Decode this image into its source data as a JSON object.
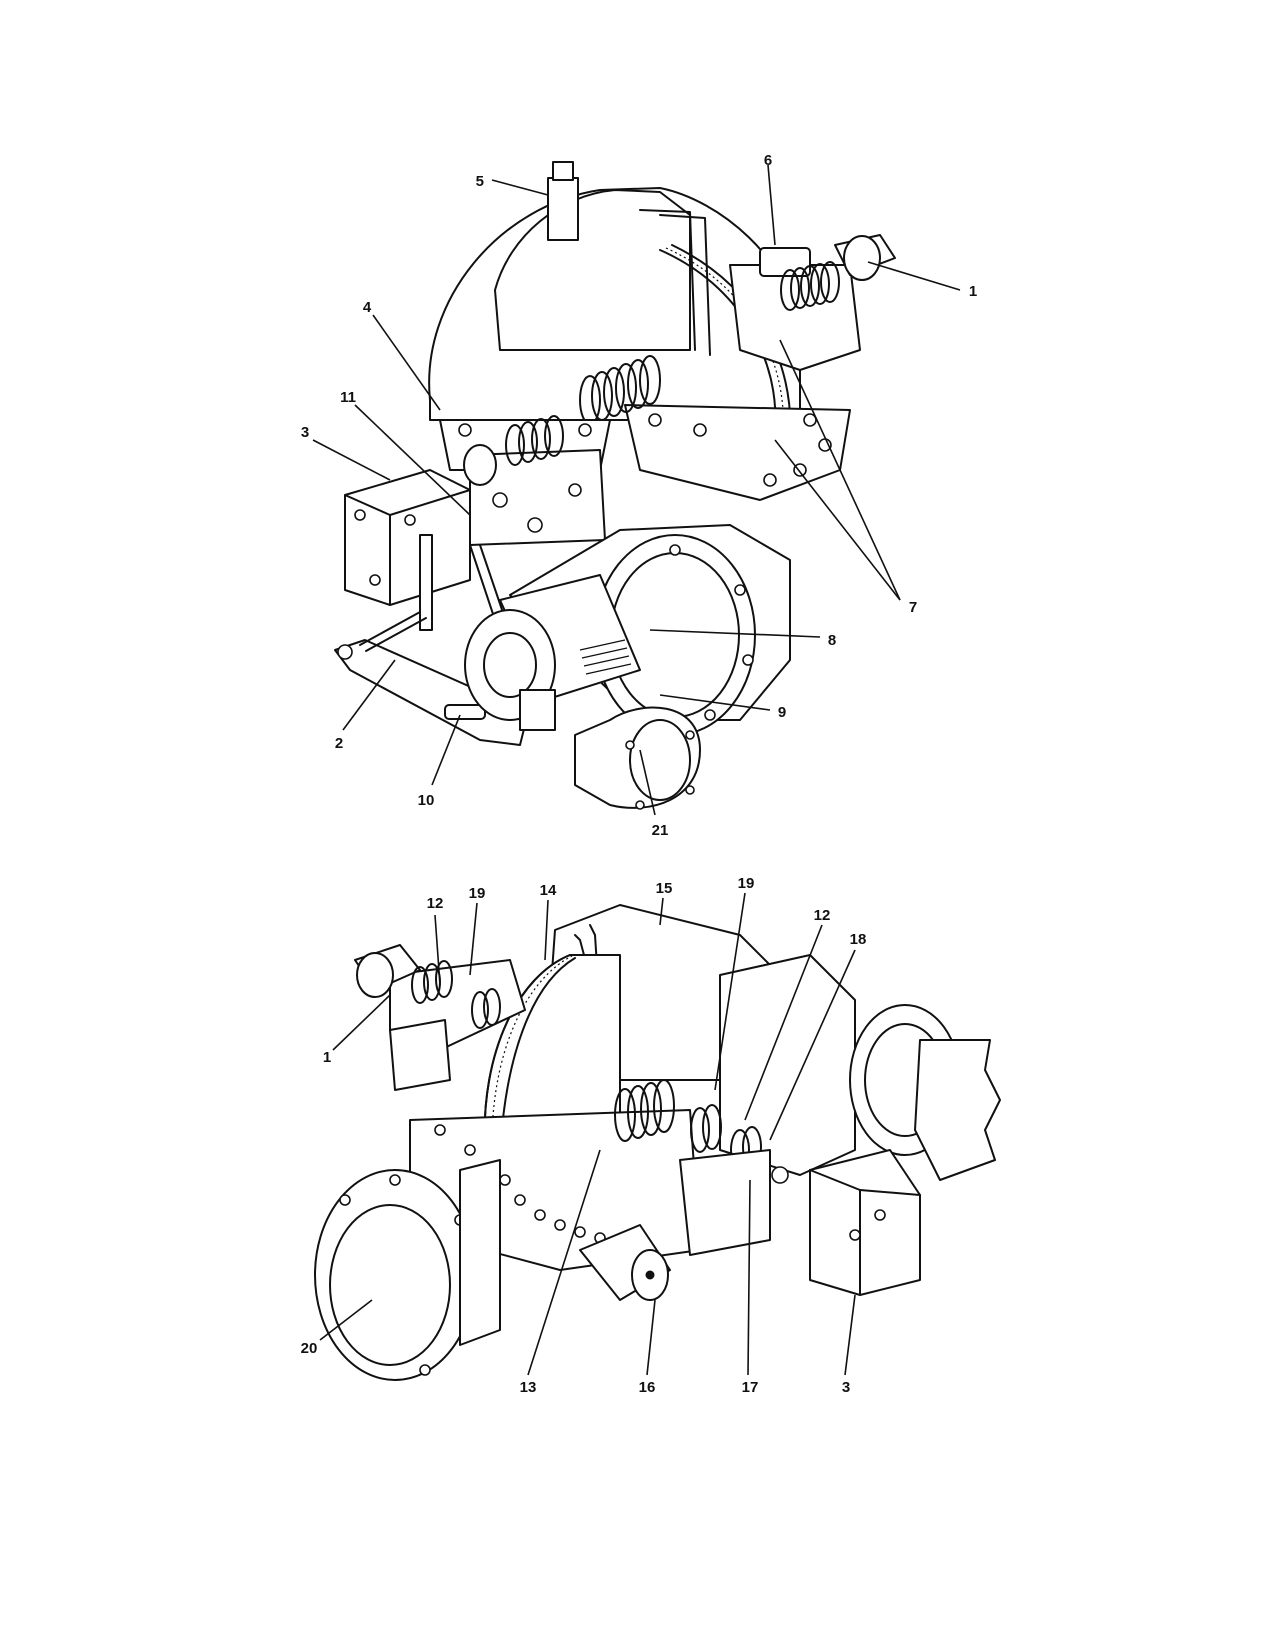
{
  "top_figure": {
    "callouts": {
      "c1": "1",
      "c2": "2",
      "c3": "3",
      "c4": "4",
      "c5": "5",
      "c6": "6",
      "c7": "7",
      "c8": "8",
      "c9": "9",
      "c10": "10",
      "c11": "11",
      "c21": "21"
    }
  },
  "bottom_figure": {
    "callouts": {
      "c1": "1",
      "c3": "3",
      "c12a": "12",
      "c12b": "12",
      "c13": "13",
      "c14": "14",
      "c15": "15",
      "c16": "16",
      "c17": "17",
      "c18": "18",
      "c19a": "19",
      "c19b": "19",
      "c20": "20"
    }
  }
}
